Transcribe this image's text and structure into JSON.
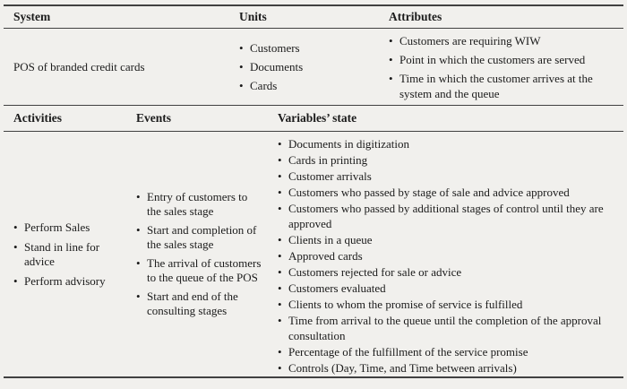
{
  "page": {
    "background": "#f1f0ed",
    "text_color": "#1b1b1b",
    "rule_color": "#414141",
    "bullet_glyph": "•"
  },
  "table_top": {
    "headers": {
      "system": "System",
      "units": "Units",
      "attributes": "Attributes"
    },
    "row": {
      "system": "POS of branded credit cards",
      "units": [
        "Customers",
        "Documents",
        "Cards"
      ],
      "attributes": [
        "Customers are requiring WIW",
        "Point in which the customers are served",
        "Time in which the customer arrives at the system and the queue"
      ]
    }
  },
  "table_bottom": {
    "headers": {
      "activities": "Activities",
      "events": "Events",
      "variables_state": "Variables’ state"
    },
    "row": {
      "activities": [
        "Perform Sales",
        "Stand in line for advice",
        "Perform advisory"
      ],
      "events": [
        "Entry of customers to the sales stage",
        "Start and completion of the sales stage",
        "The arrival of customers to the queue of the POS",
        "Start and end of the consulting stages"
      ],
      "variables_state": [
        "Documents in digitization",
        "Cards in printing",
        "Customer arrivals",
        "Customers who passed by stage of sale and advice approved",
        "Customers who passed by additional stages of control until they are approved",
        "Clients in a queue",
        "Approved cards",
        "Customers rejected for sale or advice",
        "Customers evaluated",
        "Clients to whom the promise of service is fulfilled",
        "Time from arrival to the queue until the completion of the approval consultation",
        "Percentage of the fulfillment of the service promise",
        "Controls (Day, Time, and Time between arrivals)"
      ]
    }
  }
}
